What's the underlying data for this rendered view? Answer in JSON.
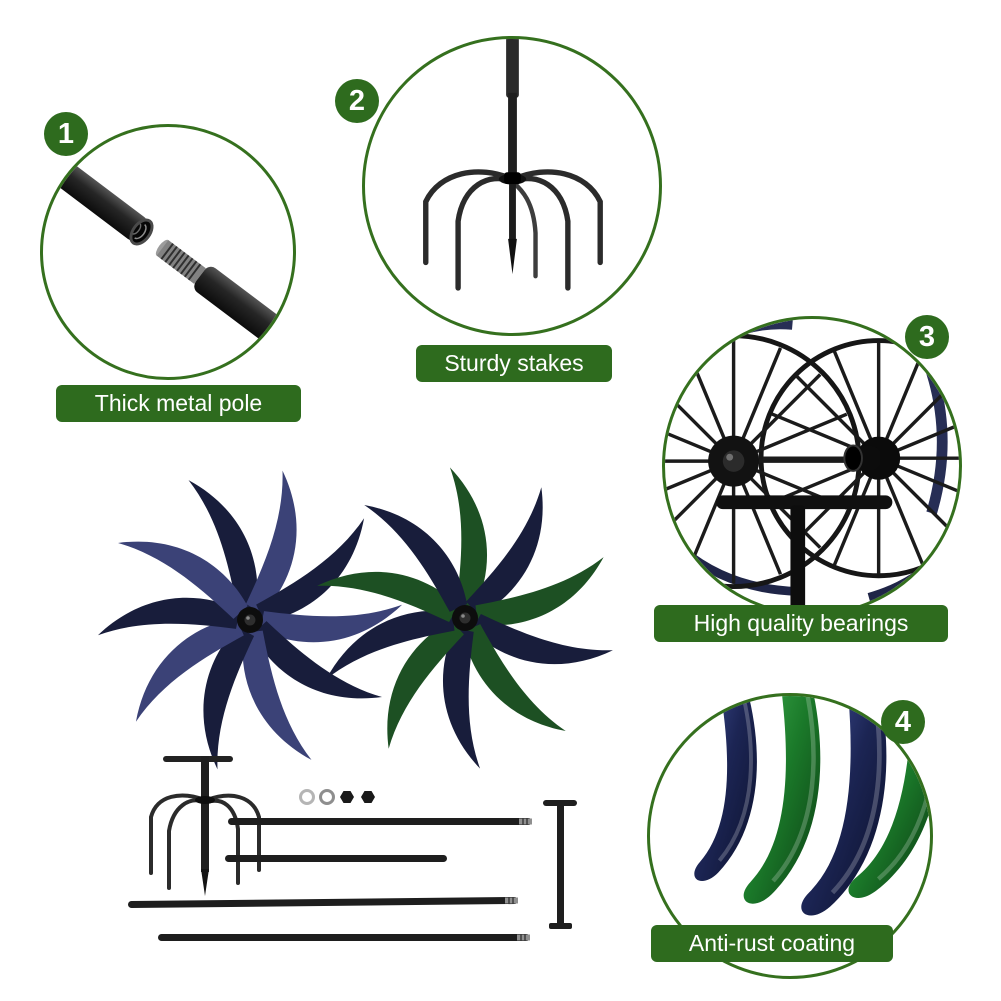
{
  "colors": {
    "accent_green": "#2e6b1e",
    "circle_border": "#35701e",
    "blade_navy": "#181d3b",
    "blade_purple": "#3b4277",
    "blade_green": "#1d5023",
    "metal_dark": "#1e1e1e"
  },
  "callouts": [
    {
      "number": "1",
      "label": "Thick metal pole",
      "illustration": "threaded-pole-icon"
    },
    {
      "number": "2",
      "label": "Sturdy stakes",
      "illustration": "five-prong-stake-icon"
    },
    {
      "number": "3",
      "label": "High quality bearings",
      "illustration": "wheel-hub-bearing-icon"
    },
    {
      "number": "4",
      "label": "Anti-rust coating",
      "illustration": "coated-blades-icon"
    }
  ]
}
